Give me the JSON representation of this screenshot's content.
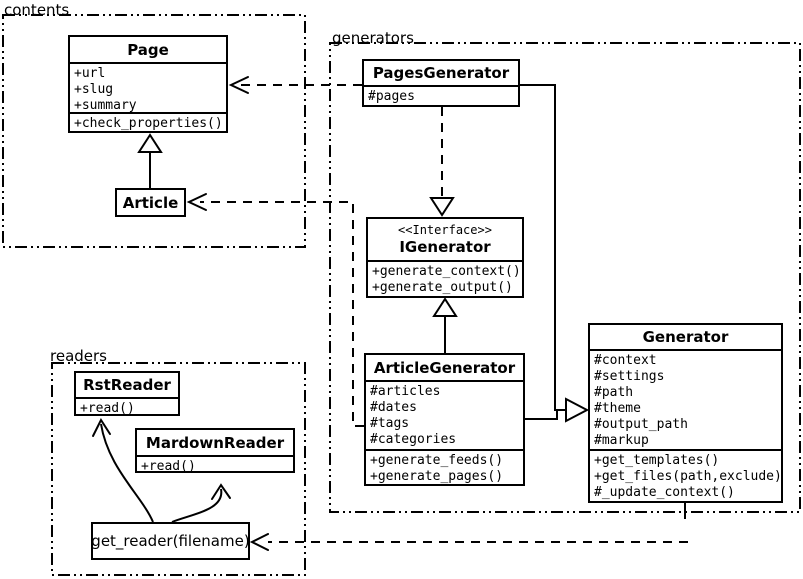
{
  "packages": {
    "contents": {
      "label": "contents"
    },
    "generators": {
      "label": "generators"
    },
    "readers": {
      "label": "readers"
    }
  },
  "classes": {
    "page": {
      "title": "Page",
      "attributes": [
        "+url",
        "+slug",
        "+summary"
      ],
      "methods": [
        "+check_properties()"
      ]
    },
    "article": {
      "title": "Article"
    },
    "pages_generator": {
      "title": "PagesGenerator",
      "attributes": [
        "#pages"
      ]
    },
    "igenerator": {
      "stereotype": "<<Interface>>",
      "title": "IGenerator",
      "methods": [
        "+generate_context()",
        "+generate_output()"
      ]
    },
    "article_generator": {
      "title": "ArticleGenerator",
      "attributes": [
        "#articles",
        "#dates",
        "#tags",
        "#categories"
      ],
      "methods": [
        "+generate_feeds()",
        "+generate_pages()"
      ]
    },
    "generator": {
      "title": "Generator",
      "attributes": [
        "#context",
        "#settings",
        "#path",
        "#theme",
        "#output_path",
        "#markup"
      ],
      "methods": [
        "+get_templates()",
        "+get_files(path,exclude)",
        "#_update_context()"
      ]
    },
    "rst_reader": {
      "title": "RstReader",
      "methods": [
        "+read()"
      ]
    },
    "mardown_reader": {
      "title": "MardownReader",
      "methods": [
        "+read()"
      ]
    }
  },
  "nodes": {
    "get_reader": {
      "label": "get_reader(filename)"
    }
  },
  "relationships": [
    {
      "from": "Article",
      "to": "Page",
      "type": "inheritance"
    },
    {
      "from": "PagesGenerator",
      "to": "Page",
      "type": "dependency"
    },
    {
      "from": "ArticleGenerator",
      "to": "Article",
      "type": "dependency"
    },
    {
      "from": "PagesGenerator",
      "to": "IGenerator",
      "type": "realization"
    },
    {
      "from": "ArticleGenerator",
      "to": "IGenerator",
      "type": "inheritance"
    },
    {
      "from": "PagesGenerator",
      "to": "Generator",
      "type": "inheritance"
    },
    {
      "from": "ArticleGenerator",
      "to": "Generator",
      "type": "inheritance"
    },
    {
      "from": "Generator",
      "to": "get_reader(filename)",
      "type": "dependency"
    },
    {
      "from": "get_reader(filename)",
      "to": "RstReader",
      "type": "arrow"
    },
    {
      "from": "get_reader(filename)",
      "to": "MardownReader",
      "type": "arrow"
    }
  ],
  "colors": {
    "line": "#000000",
    "background": "#ffffff"
  }
}
